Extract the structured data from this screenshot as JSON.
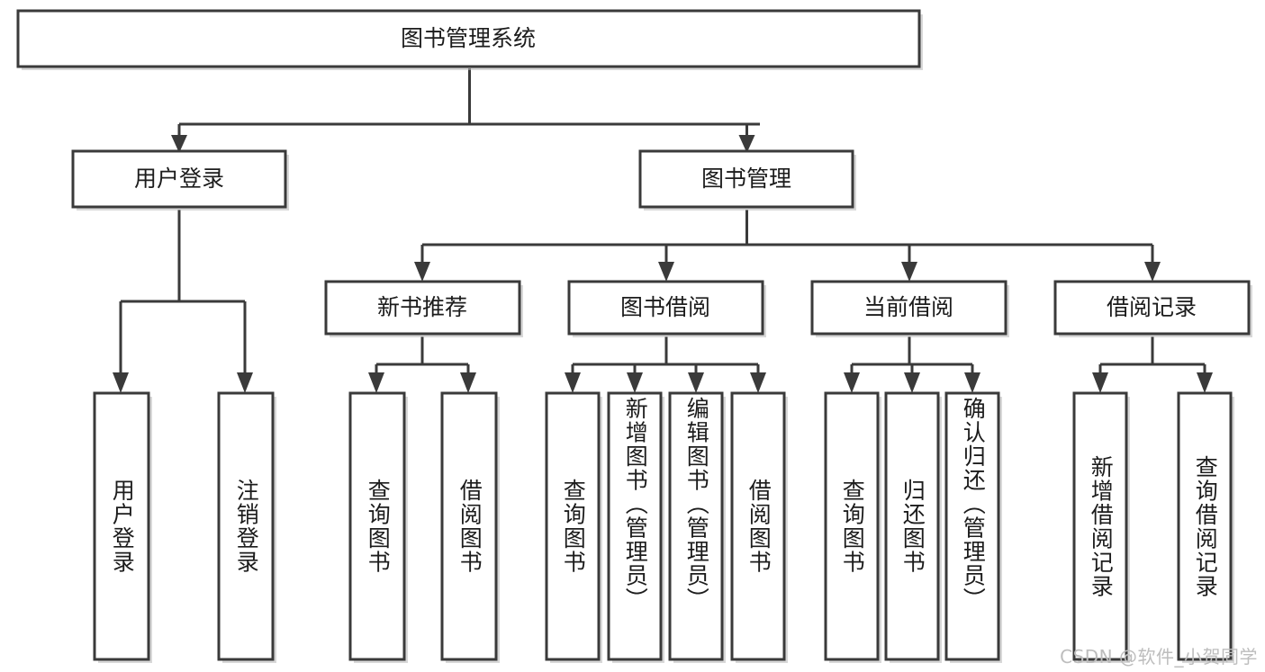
{
  "diagram": {
    "title": "图书管理系统",
    "type": "hierarchy-tree",
    "orientation": "top-down",
    "colors": {
      "box_fill": "#ffffff",
      "box_stroke": "#3a3a3a",
      "edge": "#3a3a3a",
      "text": "#1c1c1c",
      "watermark": "#bdbdbd",
      "background": "#ffffff"
    },
    "levels": [
      {
        "level": 1,
        "nodes": [
          {
            "id": "root",
            "label": "图书管理系统",
            "orientation": "horizontal"
          }
        ]
      },
      {
        "level": 2,
        "nodes": [
          {
            "id": "login",
            "label": "用户登录",
            "orientation": "horizontal",
            "parent": "root"
          },
          {
            "id": "bookmgmt",
            "label": "图书管理",
            "orientation": "horizontal",
            "parent": "root"
          }
        ]
      },
      {
        "level": 3,
        "nodes": [
          {
            "id": "newbook",
            "label": "新书推荐",
            "orientation": "horizontal",
            "parent": "bookmgmt"
          },
          {
            "id": "borrow",
            "label": "图书借阅",
            "orientation": "horizontal",
            "parent": "bookmgmt"
          },
          {
            "id": "current",
            "label": "当前借阅",
            "orientation": "horizontal",
            "parent": "bookmgmt"
          },
          {
            "id": "records",
            "label": "借阅记录",
            "orientation": "horizontal",
            "parent": "bookmgmt"
          }
        ]
      },
      {
        "level": 4,
        "nodes": [
          {
            "id": "leaf-1",
            "label": "用户登录",
            "orientation": "vertical",
            "parent": "login"
          },
          {
            "id": "leaf-2",
            "label": "注销登录",
            "orientation": "vertical",
            "parent": "login"
          },
          {
            "id": "leaf-3",
            "label": "查询图书",
            "orientation": "vertical",
            "parent": "newbook"
          },
          {
            "id": "leaf-4",
            "label": "借阅图书",
            "orientation": "vertical",
            "parent": "newbook"
          },
          {
            "id": "leaf-5",
            "label": "查询图书",
            "orientation": "vertical",
            "parent": "borrow"
          },
          {
            "id": "leaf-6",
            "label": "新增图书（管理员）",
            "orientation": "vertical",
            "parent": "borrow"
          },
          {
            "id": "leaf-7",
            "label": "编辑图书（管理员）",
            "orientation": "vertical",
            "parent": "borrow"
          },
          {
            "id": "leaf-8",
            "label": "借阅图书",
            "orientation": "vertical",
            "parent": "borrow"
          },
          {
            "id": "leaf-9",
            "label": "查询图书",
            "orientation": "vertical",
            "parent": "current"
          },
          {
            "id": "leaf-10",
            "label": "归还图书",
            "orientation": "vertical",
            "parent": "current"
          },
          {
            "id": "leaf-11",
            "label": "确认归还（管理员）",
            "orientation": "vertical",
            "parent": "current"
          },
          {
            "id": "leaf-12",
            "label": "新增借阅记录",
            "orientation": "vertical",
            "parent": "records"
          },
          {
            "id": "leaf-13",
            "label": "查询借阅记录",
            "orientation": "vertical",
            "parent": "records"
          }
        ]
      }
    ]
  },
  "watermark": {
    "text": "CSDN @软件_小贺同学"
  }
}
